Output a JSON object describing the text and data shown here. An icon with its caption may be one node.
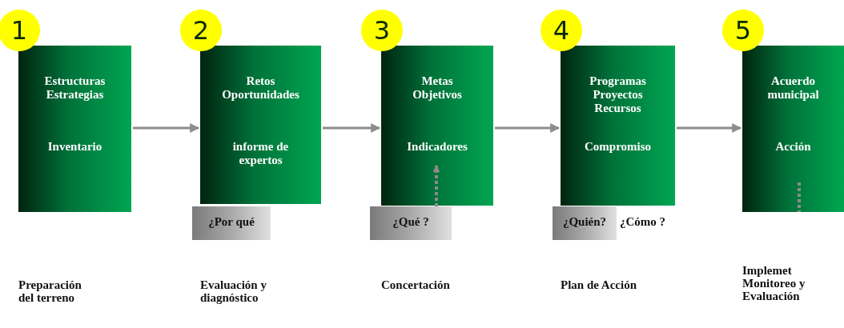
{
  "diagram": {
    "nodes": [
      {
        "text": [
          "1",
          "Estructuras Estrategias",
          "Inventario"
        ]
      },
      {
        "text": [
          "2",
          "Retos Oportunidades",
          "informe de expertos"
        ]
      },
      {
        "text": [
          "¿Por qué"
        ]
      },
      {
        "text": [
          "3",
          "Metas Objetivos",
          "Indicadores"
        ]
      },
      {
        "text": [
          "¿Qué ?"
        ]
      },
      {
        "text": [
          "4",
          "Programas Proyectos Recursos",
          "Compromiso"
        ]
      },
      {
        "text": [
          "¿Quién?"
        ],
        "beside": [
          "¿Cómo ?"
        ]
      },
      {
        "text": [
          "5",
          "Acuerdo municipal",
          "Acción"
        ]
      }
    ],
    "labels": [
      "Preparación del terreno",
      "Evaluación y diagnóstico",
      "Concertación",
      "Plan de Acción",
      "Implemet Monitoreo y Evaluación"
    ],
    "edges": [
      {
        "from": 0,
        "to": 1,
        "arrow": "to"
      },
      {
        "from": 1,
        "to": 3,
        "arrow": "to"
      },
      {
        "from": 3,
        "to": 5,
        "arrow": "to"
      },
      {
        "from": 5,
        "to": 7,
        "arrow": "to"
      },
      {
        "from": 4,
        "to": 3,
        "arrow": "to",
        "style": "dashed"
      }
    ]
  }
}
